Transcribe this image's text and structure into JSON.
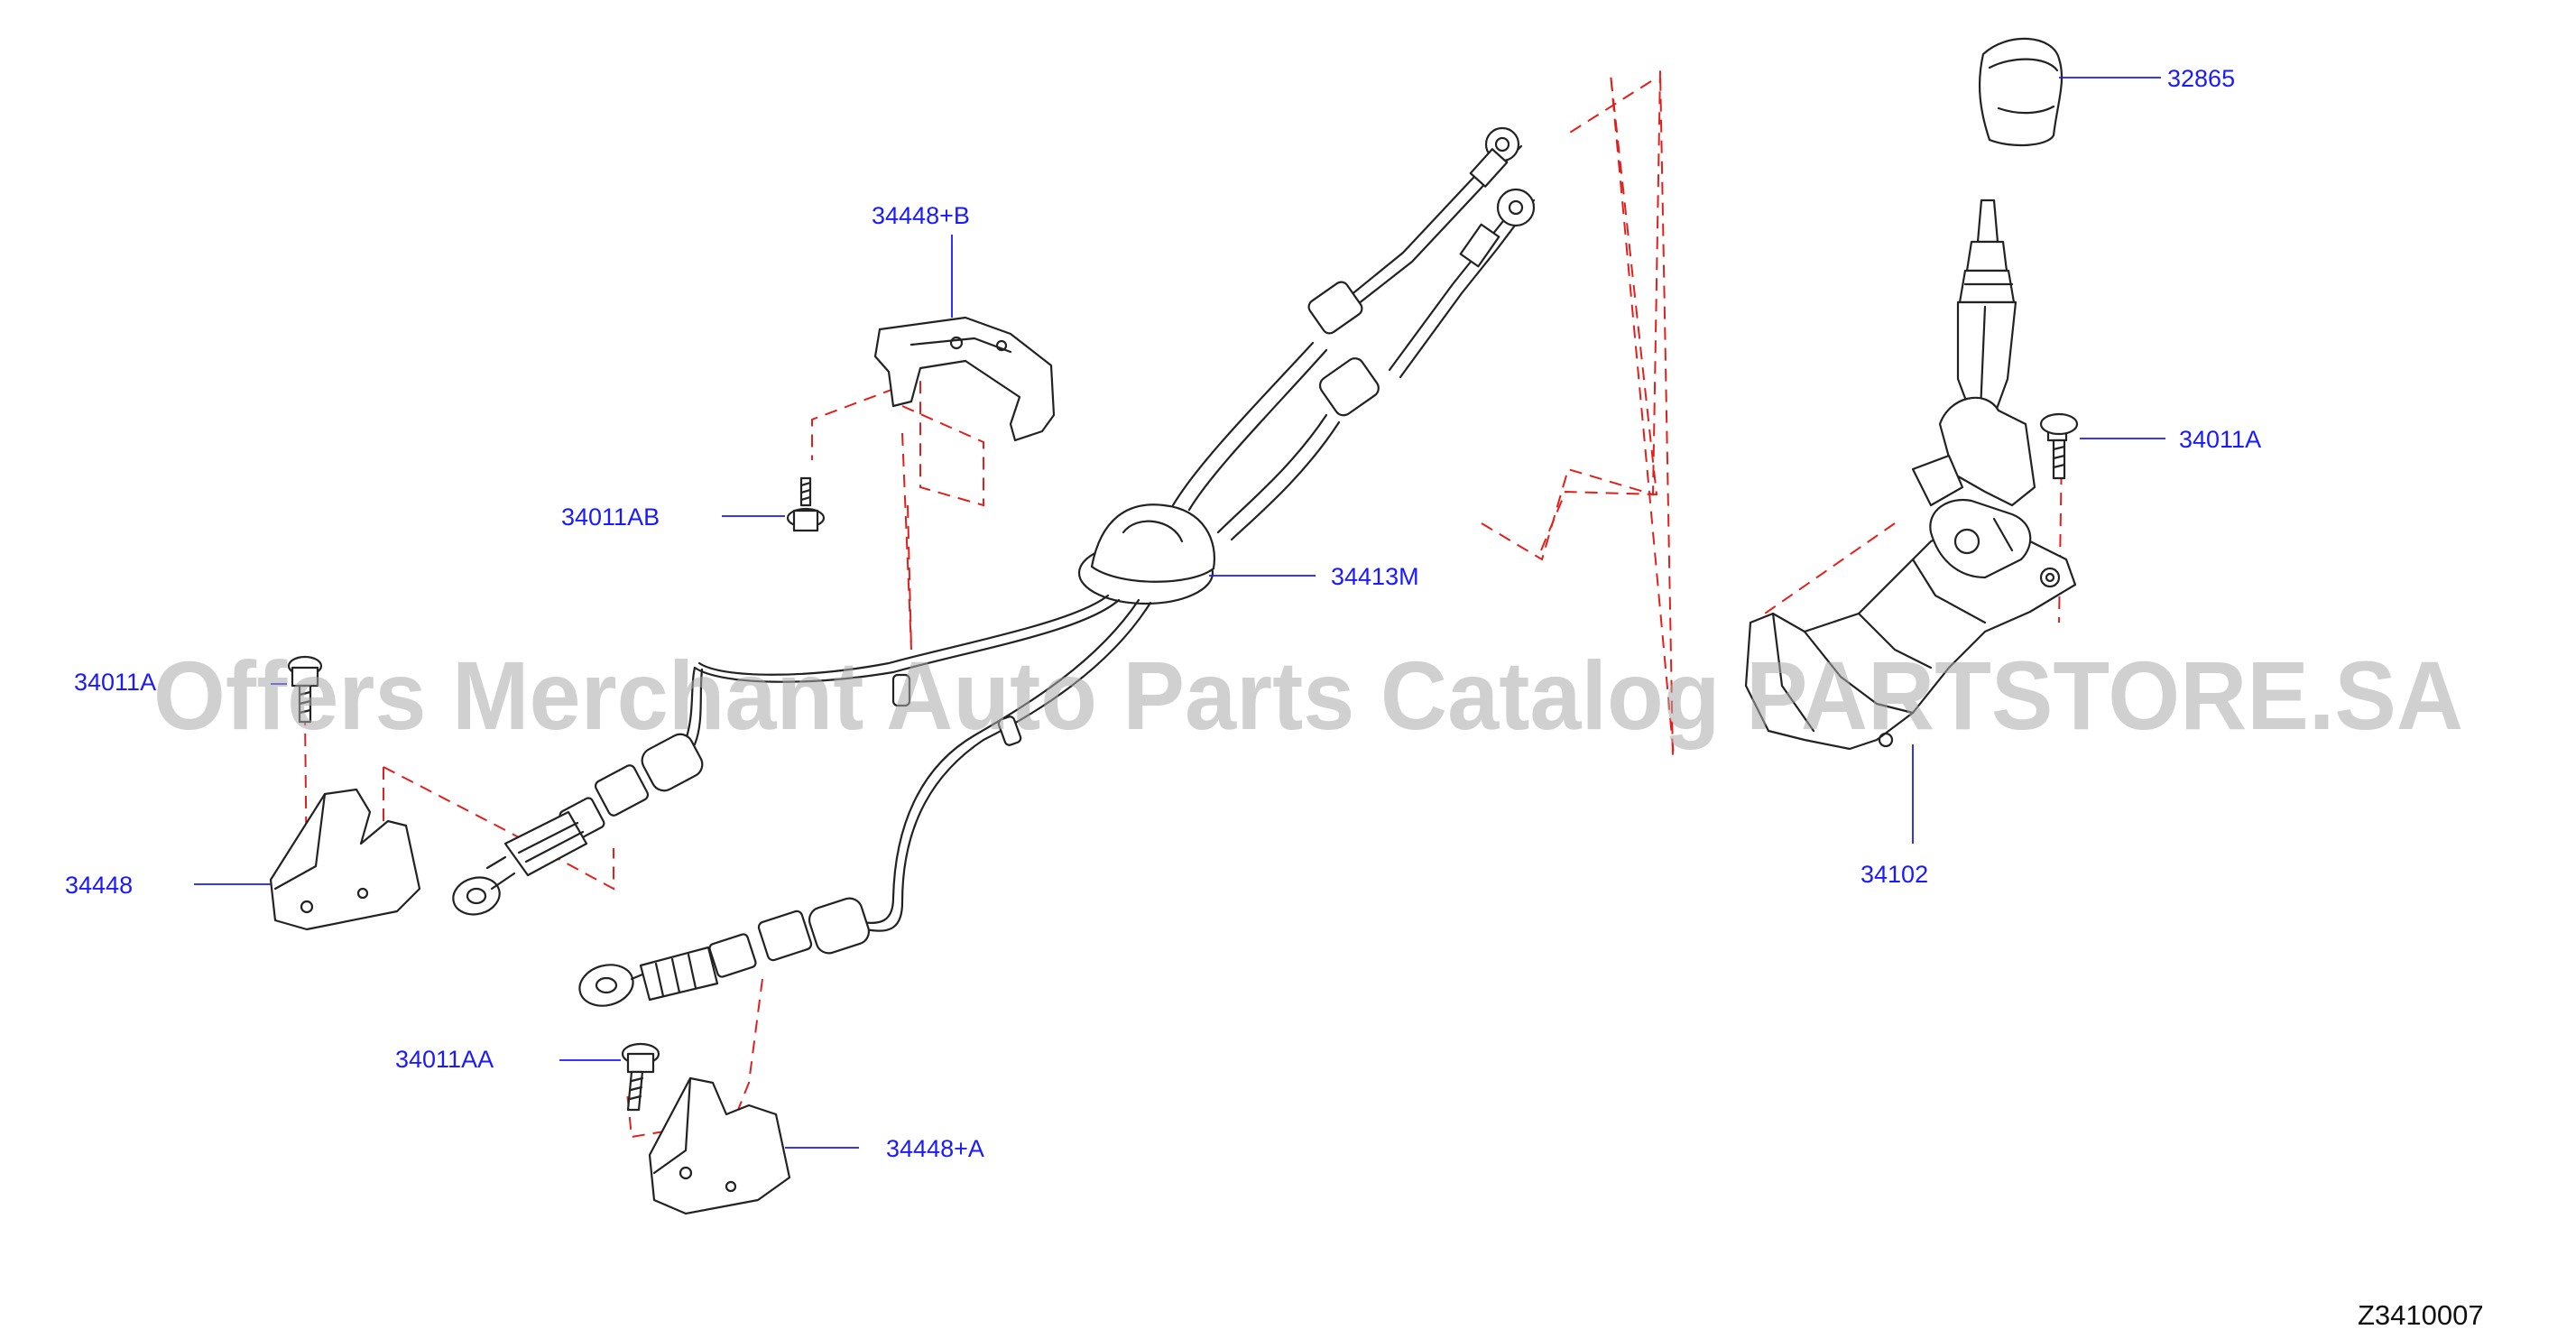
{
  "diagram": {
    "diagram_id": "Z3410007",
    "watermark": "Offers Merchant Auto Parts Catalog PARTSTORE.SA",
    "colors": {
      "label": "#1a1aff",
      "leader": "#1a1aff",
      "dashed_guides": "#e0201c",
      "line_art": "#222222",
      "watermark": "#a9a9a9"
    }
  },
  "callouts": {
    "knob": "32865",
    "bracket_b": "34448+B",
    "bolt_ab": "34011AB",
    "cable": "34413M",
    "bolt_a_right": "34011A",
    "bolt_a_left": "34011A",
    "bracket": "34448",
    "shifter": "34102",
    "bolt_aa": "34011AA",
    "bracket_a": "34448+A"
  }
}
